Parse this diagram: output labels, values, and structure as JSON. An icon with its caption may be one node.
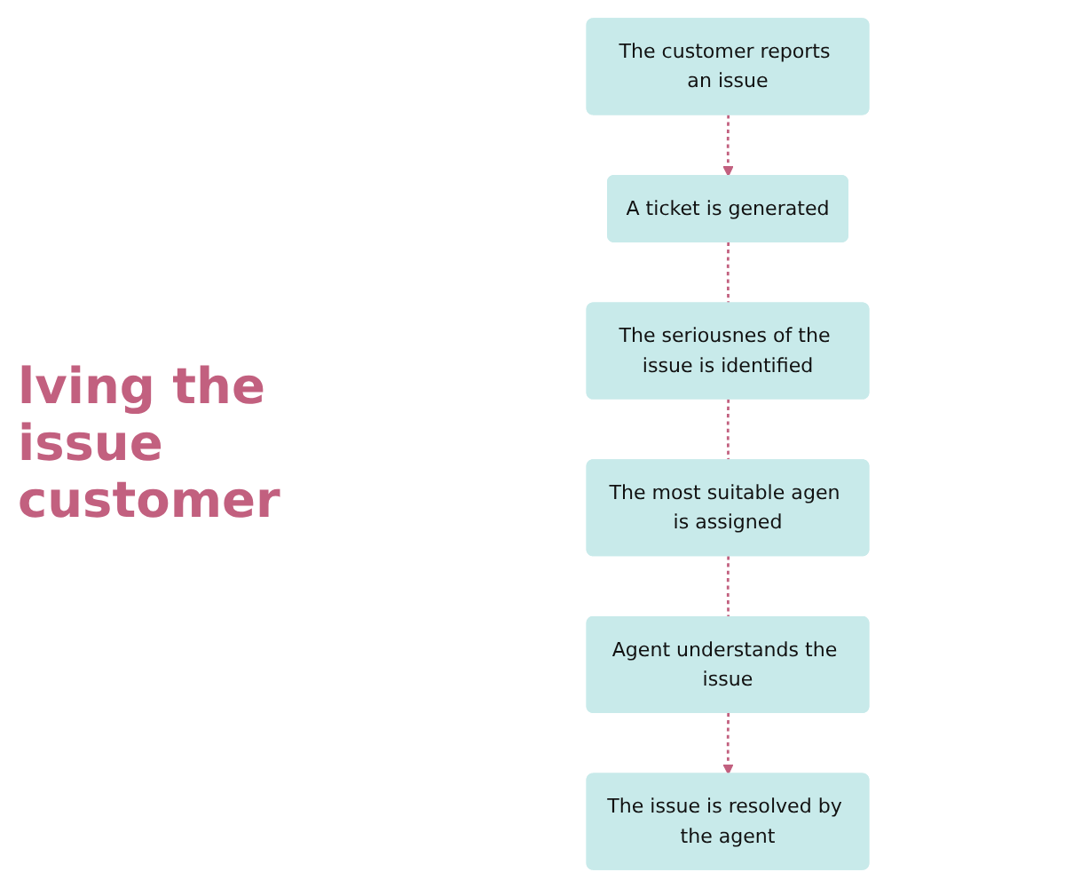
{
  "diagram": {
    "title": "lving the issue customer",
    "nodes": [
      {
        "text": [
          "The customer reports an issue"
        ]
      },
      {
        "text": [
          "A ticket is generated"
        ]
      },
      {
        "text": [
          "The seriousnes of the issue is identified"
        ]
      },
      {
        "text": [
          "The most suitable agen is assigned"
        ]
      },
      {
        "text": [
          "Agent understands the issue"
        ]
      },
      {
        "text": [
          "The issue is resolved by the agent"
        ]
      }
    ],
    "edges": [
      {
        "from": 0,
        "to": 1,
        "arrow": "to",
        "style": "dashed"
      },
      {
        "from": 1,
        "to": 2,
        "arrow": "none",
        "style": "dashed"
      },
      {
        "from": 2,
        "to": 3,
        "arrow": "none",
        "style": "dashed"
      },
      {
        "from": 3,
        "to": 4,
        "arrow": "none",
        "style": "dashed"
      },
      {
        "from": 4,
        "to": 5,
        "arrow": "to",
        "style": "dashed"
      }
    ]
  }
}
